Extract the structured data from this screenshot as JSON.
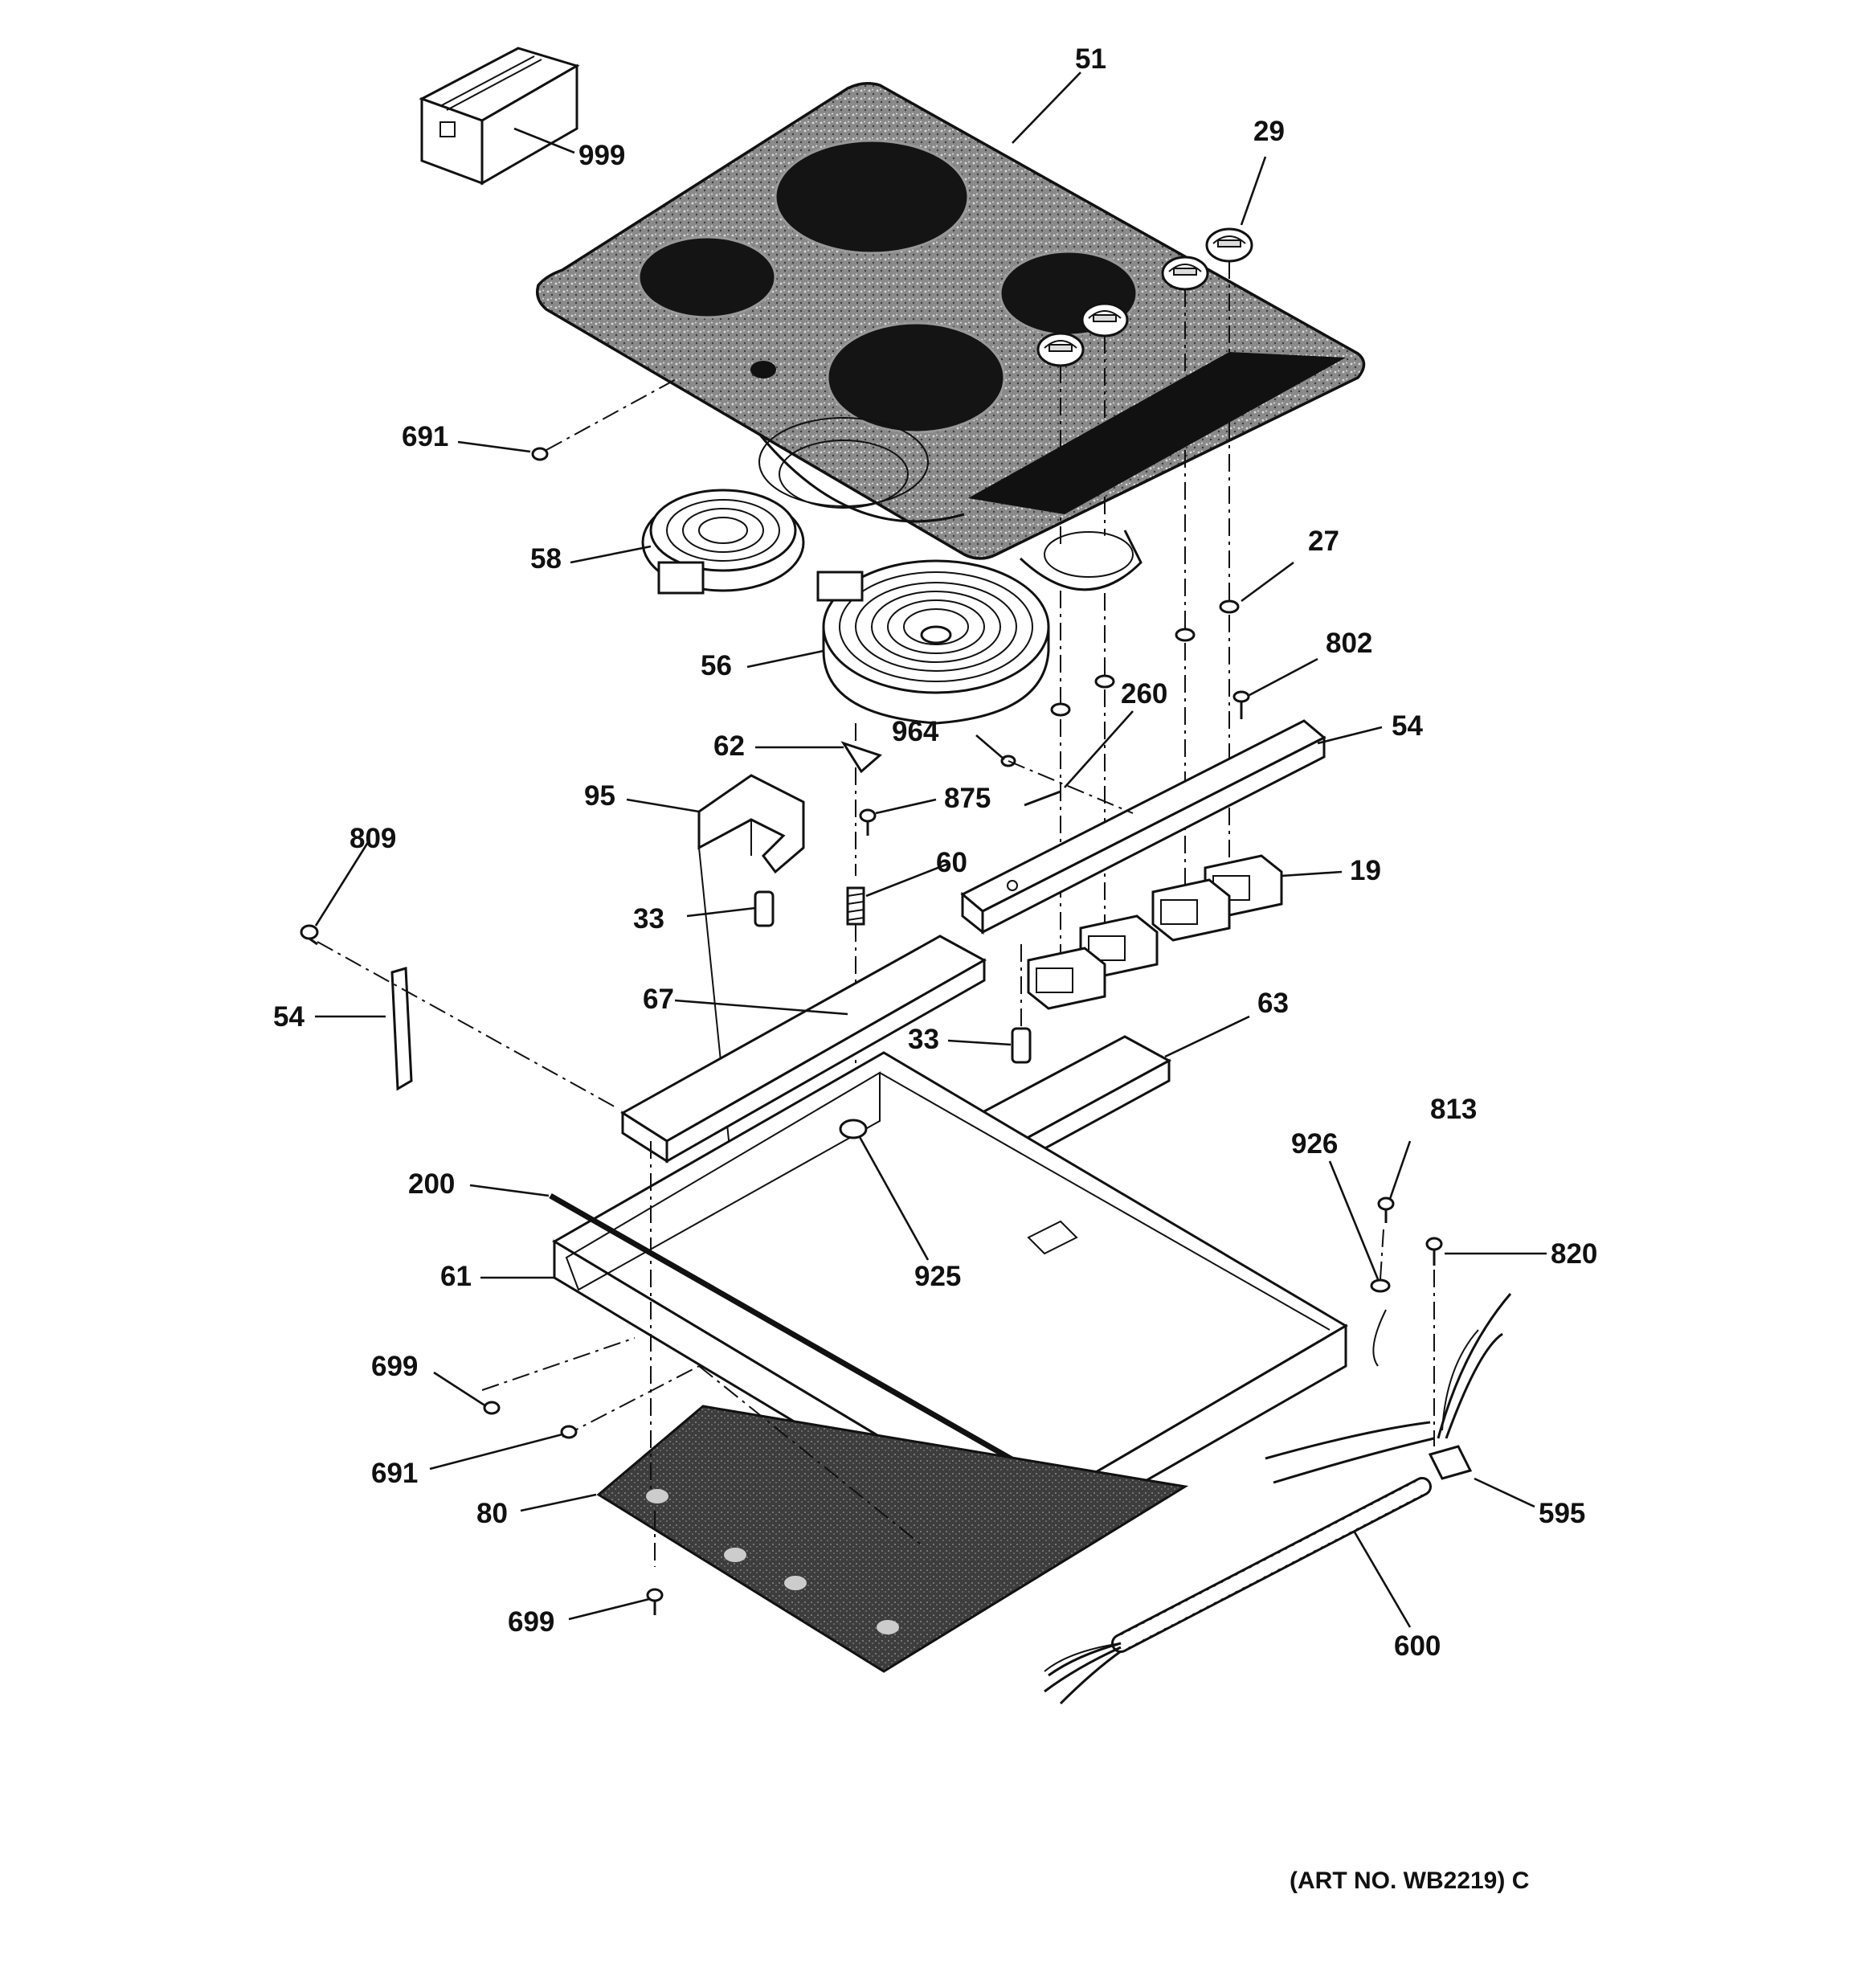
{
  "art_number": "(ART NO. WB2219) C",
  "callouts": {
    "c51": "51",
    "c999": "999",
    "c29": "29",
    "c691a": "691",
    "c58": "58",
    "c27": "27",
    "c56": "56",
    "c802": "802",
    "c260": "260",
    "c62": "62",
    "c964": "964",
    "c54a": "54",
    "c95": "95",
    "c875": "875",
    "c809": "809",
    "c60": "60",
    "c19": "19",
    "c33a": "33",
    "c54b": "54",
    "c67": "67",
    "c63": "63",
    "c33b": "33",
    "c813": "813",
    "c926": "926",
    "c200": "200",
    "c820": "820",
    "c925": "925",
    "c61": "61",
    "c699a": "699",
    "c691b": "691",
    "c595": "595",
    "c80": "80",
    "c699b": "699",
    "c600": "600"
  },
  "colors": {
    "ink": "#111111",
    "glass": "#7d7d7d",
    "element": "#111111",
    "paper": "#ffffff",
    "pad": "#444444"
  }
}
